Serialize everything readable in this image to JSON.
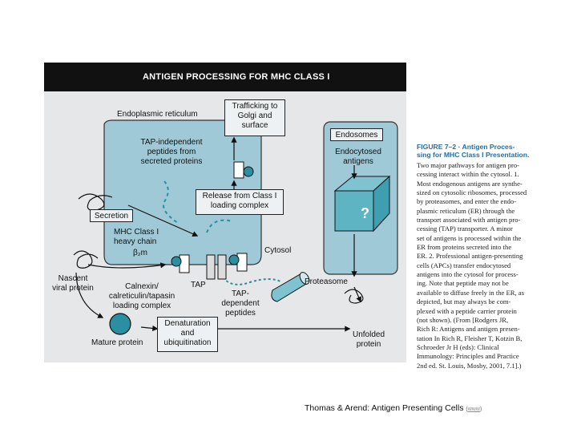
{
  "figure": {
    "banner_title": "ANTIGEN PROCESSING FOR MHC CLASS I",
    "labels": {
      "er": "Endoplasmic reticulum",
      "trafficking": "Trafficking to\nGolgi and\nsurface",
      "endosomes": "Endosomes",
      "endocytosed": "Endocytosed\nantigens",
      "tap_independent": "TAP-independent\npeptides from\nsecreted proteins",
      "release": "Release from Class I\nloading complex",
      "secretion": "Secretion",
      "mhc_heavy": "MHC Class I\nheavy chain",
      "b2m": "β₂m",
      "cytosol": "Cytosol",
      "question": "?",
      "nascent": "Nascent\nviral protein",
      "calnexin": "Calnexin/\ncalreticulin/tapasin\nloading complex",
      "tap": "TAP",
      "tap_dependent": "TAP-\ndependent\npeptides",
      "proteasome": "Proteasome",
      "denaturation": "Denaturation\nand\nubiquitination",
      "mature": "Mature protein",
      "unfolded": "Unfolded\nprotein"
    },
    "caption_title": "FIGURE 7–2 · Antigen Proces-\nsing for MHC Class I Presentation.",
    "caption_body": "Two major pathways for antigen pro-\ncessing interact within the cytosol. 1.\nMost endogenous antigens are synthe-\nsized on cytosolic ribosomes, processed\nby proteasomes, and enter the endo-\nplasmic reticulum (ER) through the\ntransport associated with antigen pro-\ncessing (TAP) transporter. A minor\nset of antigens is processed within the\nER from proteins secreted into the\nER. 2. Professional antigen-presenting\ncells (APCs) transfer endocytosed\nantigens into the cytosol for process-\ning. Note that peptide may not be\navailable to diffuse freely in the ER, as\ndepicted, but may always be com-\nplexed with a peptide carrier protein\n(not shown). (From [Rodgers JR,\nRich R: Antigens and antigen presen-\ntation In Rich R, Fleisher T, Kotzin B,\nSchroeder Jr H (eds): Clinical\nImmunology: Principles and Practice\n2nd ed. St. Louis, Mosby, 2001, 7.1].)"
  },
  "credit": {
    "text": "Thomas & Arend: Antigen Presenting Cells",
    "link": "www"
  },
  "colors": {
    "banner": "#111111",
    "er_fill": "#9fc9d6",
    "teal": "#2a8fa0",
    "box_fill": "#eef1f3",
    "background": "#e6e7e8",
    "caption_accent": "#1d6fa8"
  }
}
